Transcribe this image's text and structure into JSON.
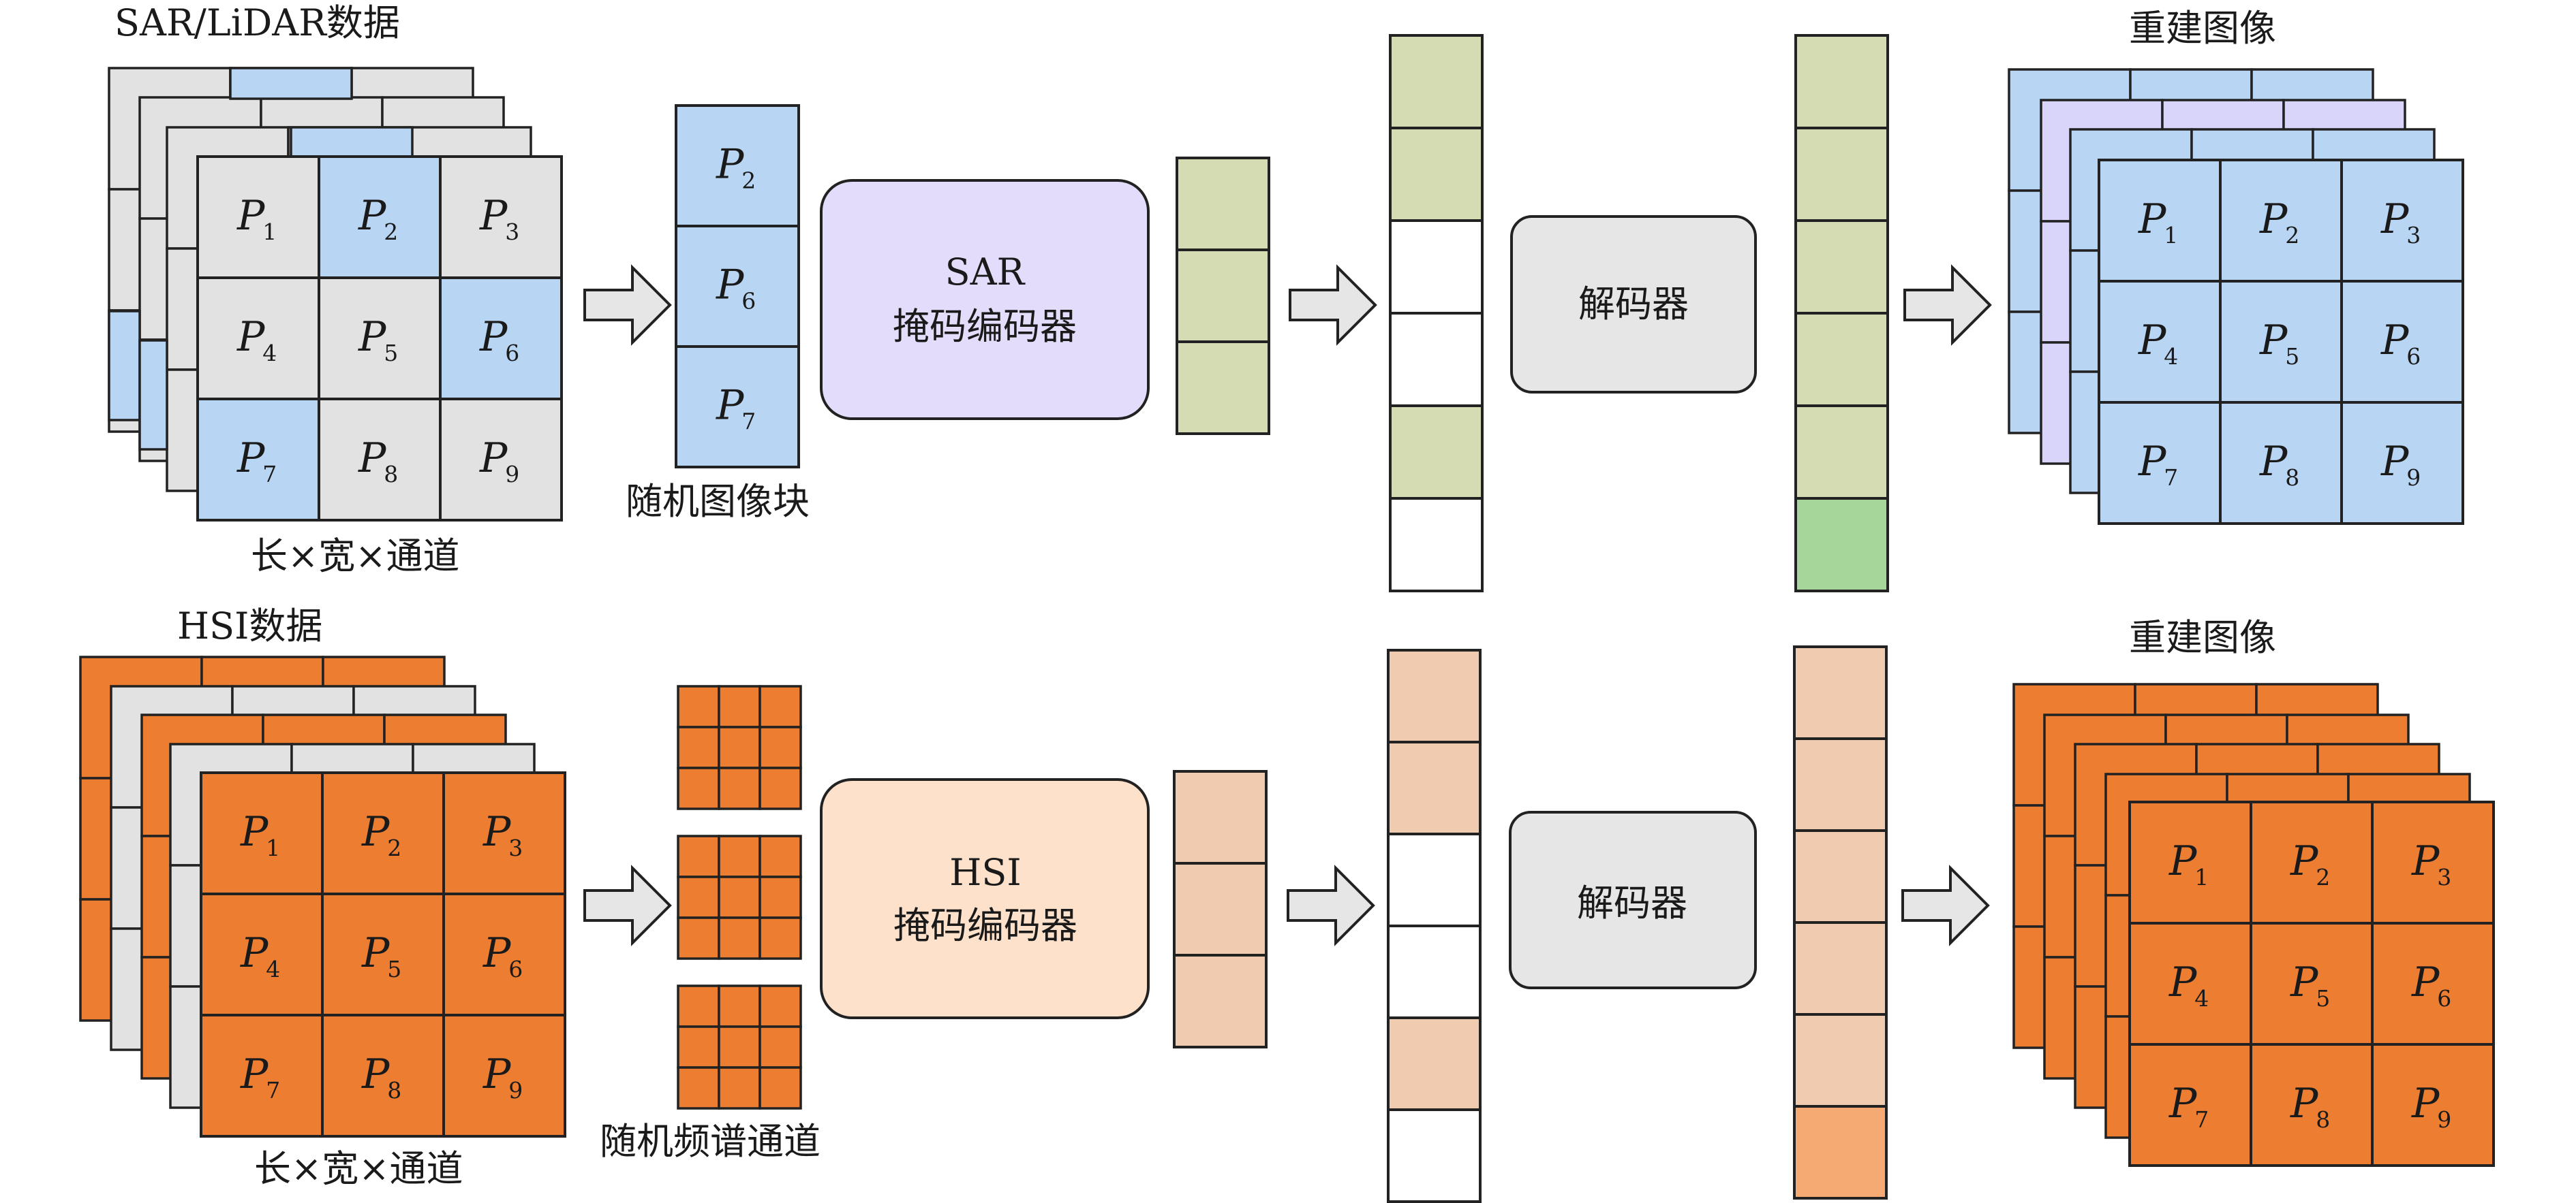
{
  "top": {
    "input_title": "SAR/LiDAR数据",
    "input_dims": "长×宽×通道",
    "patch_label": "随机图像块",
    "encoder_line1": "SAR",
    "encoder_line2": "掩码编码器",
    "decoder": "解码器",
    "output_title": "重建图像",
    "visible_patches": [
      "2",
      "6",
      "7"
    ]
  },
  "bottom": {
    "input_title": "HSI数据",
    "input_dims": "长×宽×通道",
    "patch_label": "随机频谱通道",
    "encoder_line1": "HSI",
    "encoder_line2": "掩码编码器",
    "decoder": "解码器",
    "output_title": "重建图像"
  },
  "patch_letter": "P",
  "grid_numbers": [
    "1",
    "2",
    "3",
    "4",
    "5",
    "6",
    "7",
    "8",
    "9"
  ],
  "colors": {
    "blue_patch": "#b8d5f3",
    "gray_patch": "#e2e2e2",
    "orange_patch": "#ed7d31",
    "sar_encoder": "#e3dcfb",
    "hsi_encoder": "#fde1cb",
    "decoder": "#e6e6e6",
    "green_token": "#d5dbb2",
    "green_token_dark": "#a7d69a",
    "orange_token": "#f1cbb0",
    "orange_token_dark": "#f5aa73",
    "recon_blue": "#b8d5f3",
    "recon_purple": "#d8d4fa",
    "arrow_fill": "#e6e6e6"
  }
}
